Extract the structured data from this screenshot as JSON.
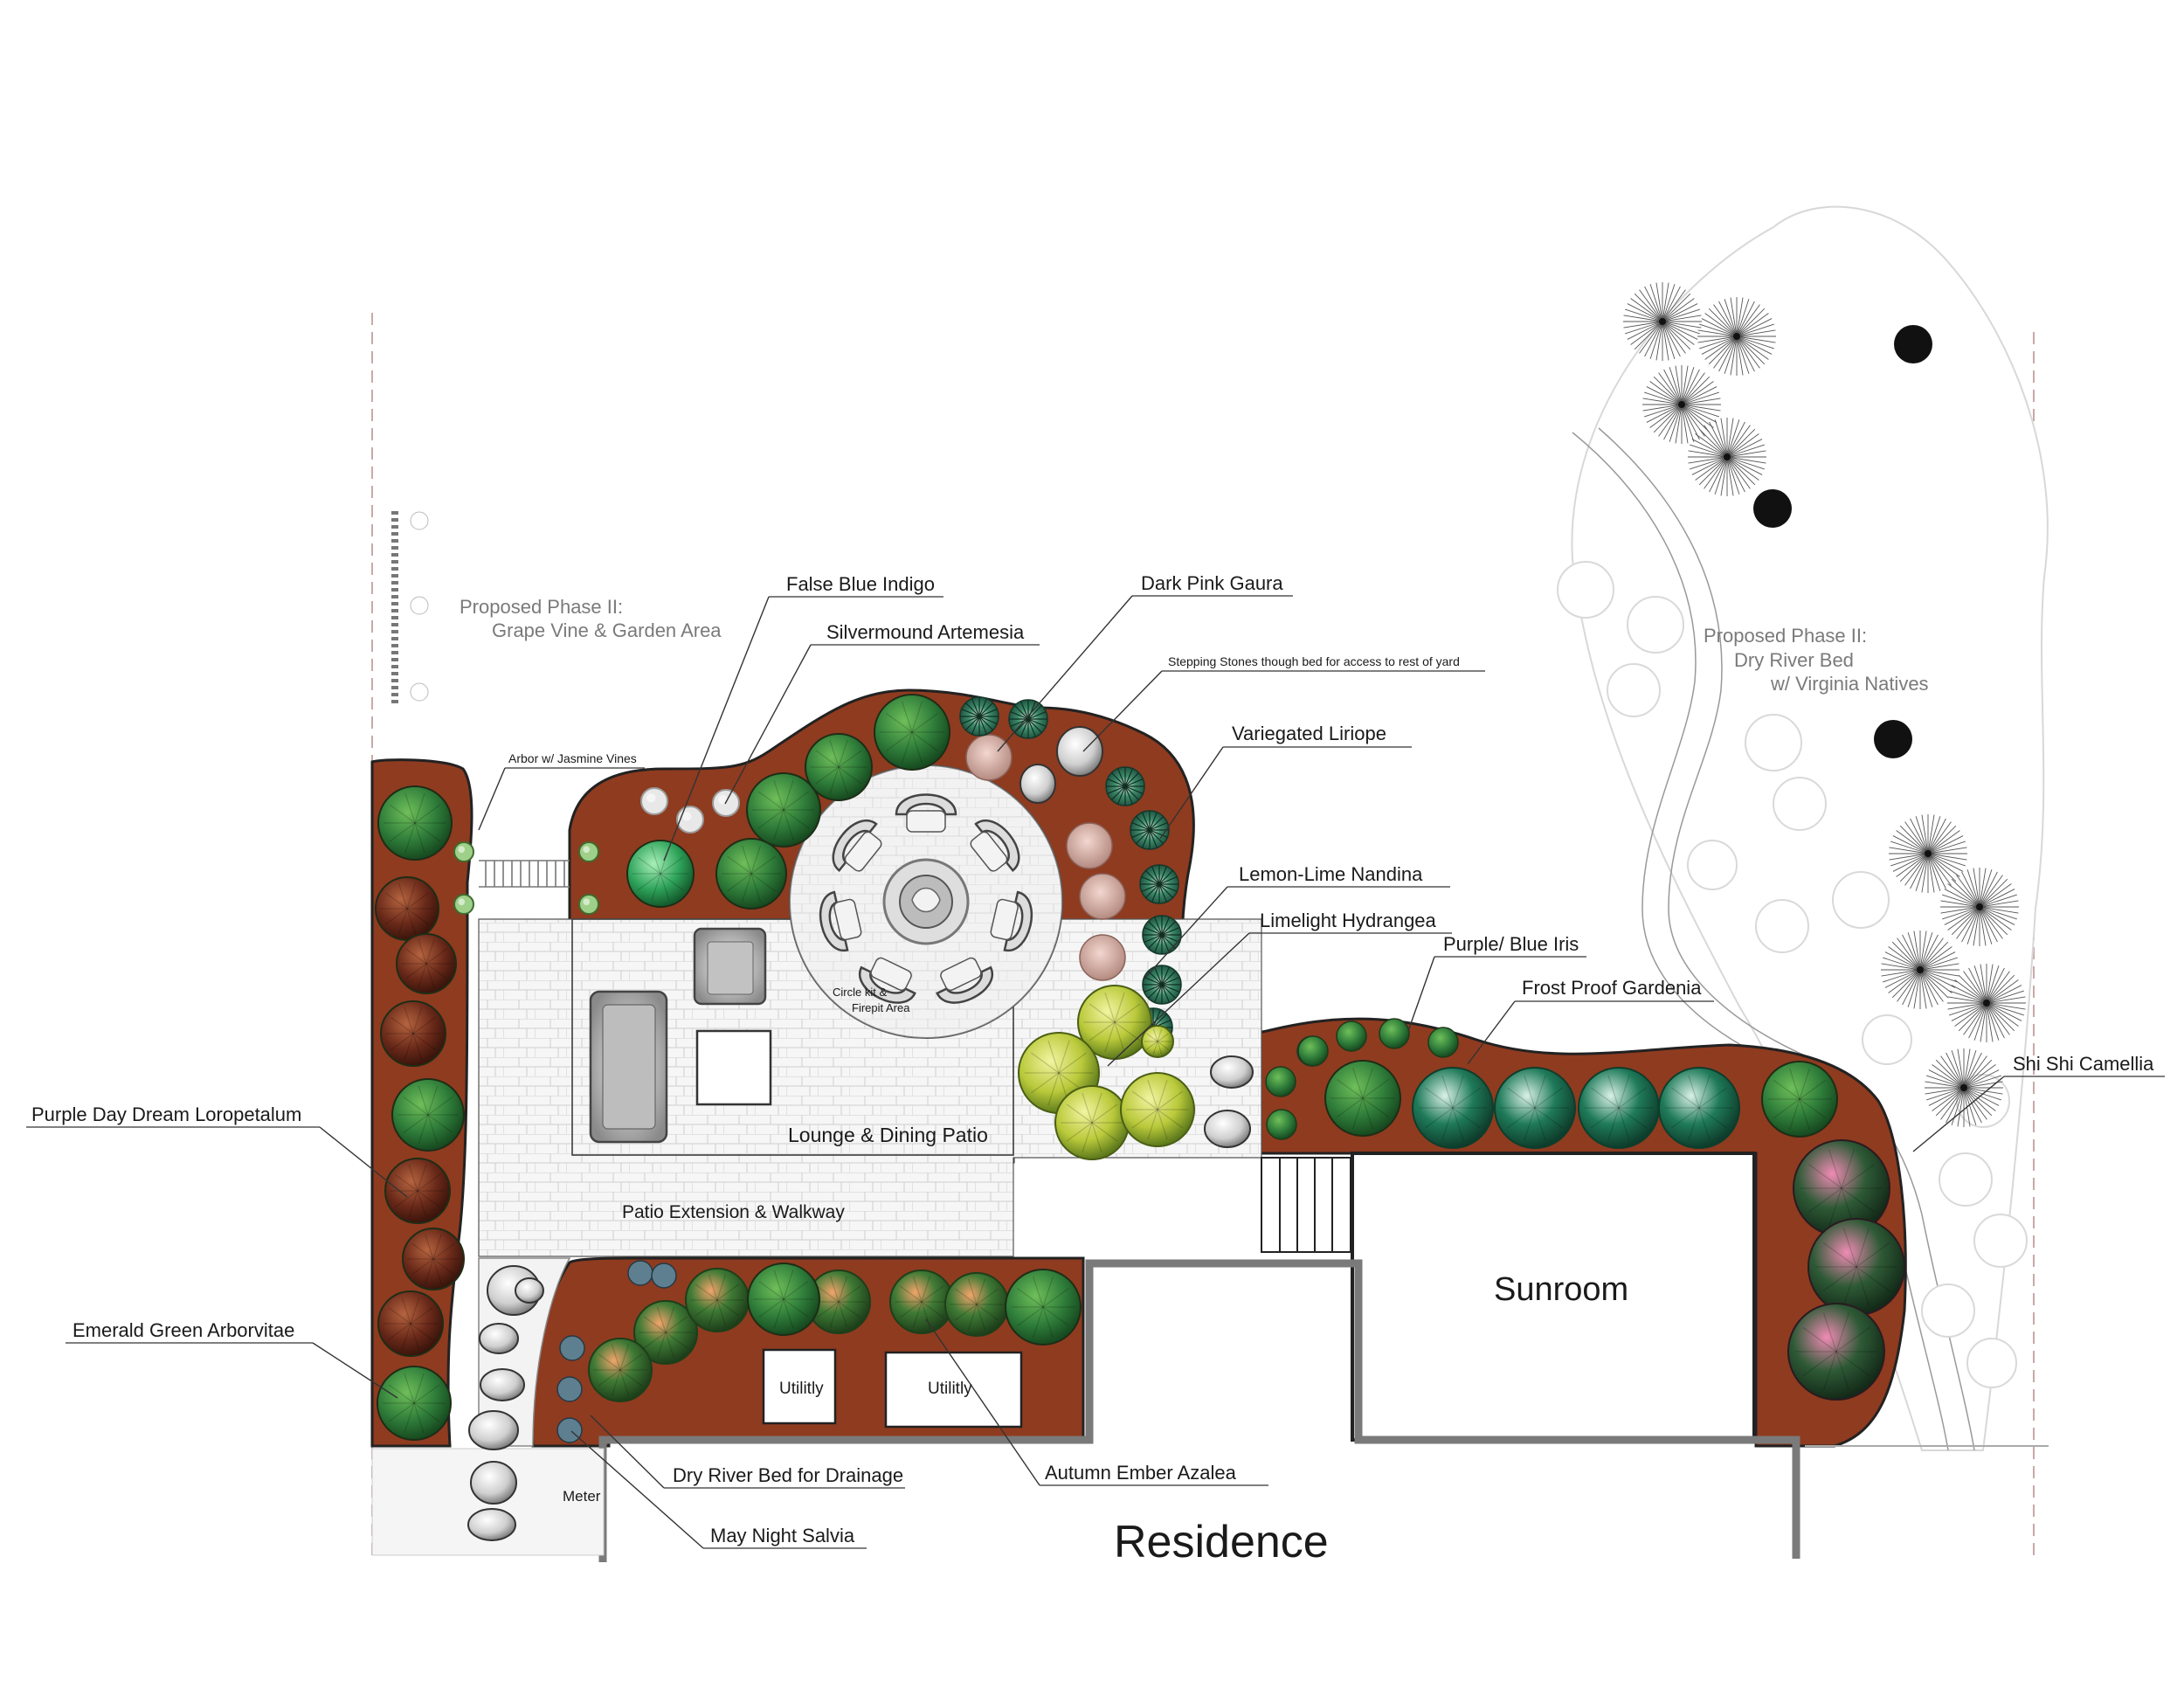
{
  "labels": {
    "false_blue_indigo": "False Blue Indigo",
    "silvermound_artemesia": "Silvermound Artemesia",
    "dark_pink_gaura": "Dark Pink Gaura",
    "stepping_stones": "Stepping Stones though bed for access to rest of yard",
    "variegated_liriope": "Variegated Liriope",
    "lemon_lime_nandina": "Lemon-Lime Nandina",
    "limelight_hydrangea": "Limelight Hydrangea",
    "purple_blue_iris": "Purple/ Blue Iris",
    "frost_proof_gardenia": "Frost Proof Gardenia",
    "shi_shi_camellia": "Shi Shi Camellia",
    "arbor": "Arbor w/ Jasmine Vines",
    "purple_day_dream": "Purple Day Dream Loropetalum",
    "emerald_green": "Emerald Green Arborvitae",
    "dry_river_drainage": "Dry River Bed for Drainage",
    "may_night_salvia": "May Night Salvia",
    "autumn_ember_azalea": "Autumn Ember Azalea"
  },
  "areas": {
    "phase2_garden_line1": "Proposed Phase II:",
    "phase2_garden_line2": "Grape Vine & Garden Area",
    "phase2_river_line1": "Proposed Phase II:",
    "phase2_river_line2": "Dry River Bed",
    "phase2_river_line3": "w/ Virginia Natives",
    "circle_kit_line1": "Circle kit &",
    "circle_kit_line2": "Firepit Area",
    "lounge_patio": "Lounge & Dining Patio",
    "patio_extension": "Patio Extension & Walkway",
    "sunroom": "Sunroom",
    "utility_1": "Utilitly",
    "utility_2": "Utilitly",
    "meter": "Meter",
    "residence": "Residence"
  },
  "colors": {
    "mulch": "#8f3b1f",
    "shrub_green": "#2f7d3a",
    "loropetalum": "#6b2a1a",
    "hydrangea": "#b9c93a",
    "gardenia": "#1f7a5a",
    "camellia": "#c2457a",
    "azalea": "#d5552e"
  },
  "icons": [
    "chair-icon",
    "sofa-icon",
    "firepit-icon",
    "boulder-icon",
    "tree-icon",
    "shrub-icon"
  ]
}
